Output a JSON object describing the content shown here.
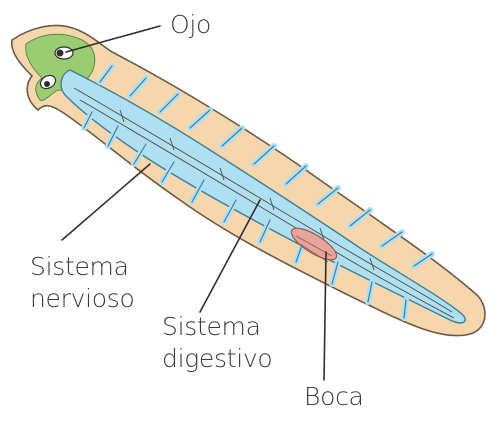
{
  "labels": {
    "ojo": "Ojo",
    "sistema_nervioso_line1": "Sistema",
    "sistema_nervioso_line2": "nervioso",
    "sistema_digestivo_line1": "Sistema",
    "sistema_digestivo_line2": "digestivo",
    "boca": "Boca"
  },
  "colors": {
    "body_fill": "#f6d6ad",
    "body_stroke": "#6b5a48",
    "head_green": "#9ccc72",
    "digestive_blue": "#aee0f2",
    "digestive_stroke": "#3e7f9c",
    "mouth_pink": "#e6a59a",
    "leader_line": "#2f2f2f"
  }
}
